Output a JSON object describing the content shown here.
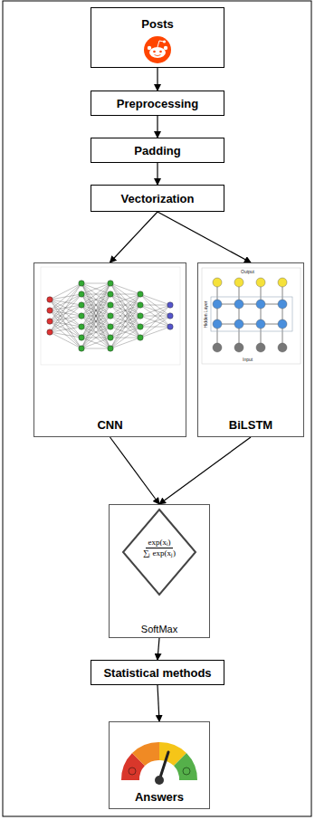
{
  "diagram": {
    "nodes": [
      {
        "text": [
          "Posts"
        ]
      },
      {
        "text": [
          "Preprocessing"
        ]
      },
      {
        "text": [
          "Padding"
        ]
      },
      {
        "text": [
          "Vectorization"
        ]
      },
      {
        "text": [
          "CNN"
        ]
      },
      {
        "text": [
          "BiLSTM"
        ]
      },
      {
        "text": [
          "exp(xᵢ)",
          "∑ⱼ exp(xⱼ)",
          "SoftMax"
        ]
      },
      {
        "text": [
          "Statistical methods"
        ]
      },
      {
        "text": [
          "Answers"
        ]
      }
    ],
    "edges": [
      {
        "from": 0,
        "to": 1,
        "arrow": "to"
      },
      {
        "from": 1,
        "to": 2,
        "arrow": "to"
      },
      {
        "from": 2,
        "to": 3,
        "arrow": "to"
      },
      {
        "from": 3,
        "to": 4,
        "arrow": "to"
      },
      {
        "from": 3,
        "to": 5,
        "arrow": "to"
      },
      {
        "from": 4,
        "to": 6,
        "arrow": "to"
      },
      {
        "from": 5,
        "to": 6,
        "arrow": "to"
      },
      {
        "from": 6,
        "to": 7,
        "arrow": "to"
      },
      {
        "from": 7,
        "to": 8,
        "arrow": "to"
      }
    ],
    "labels": [
      "Output",
      "Hidden Layer",
      "Input"
    ]
  }
}
